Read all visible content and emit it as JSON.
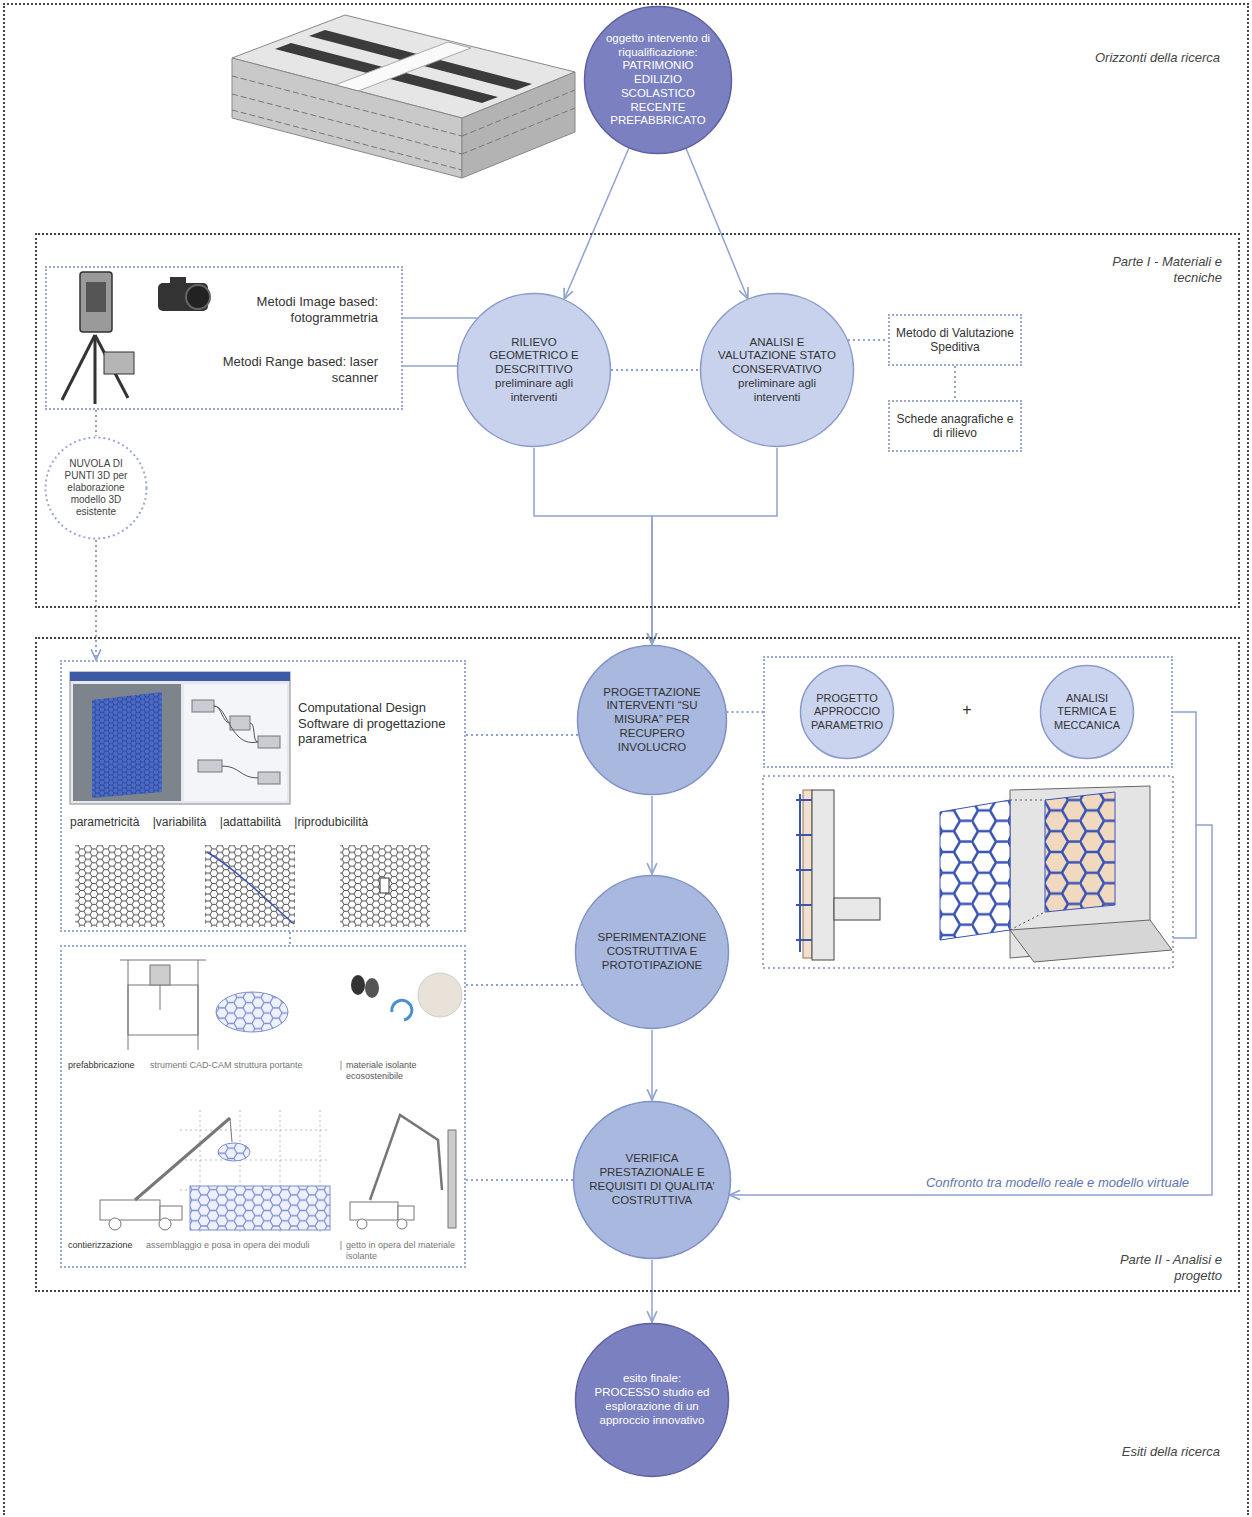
{
  "diagram": {
    "nodes": [
      {
        "text": [
          "Orizzonti della ricerca",
          "Esiti della ricerca"
        ]
      },
      {
        "text": [
          "oggetto intervento di riqualificazione: PATRIMONIO EDILIZIO SCOLASTICO RECENTE PREFABBRICATO"
        ],
        "in": 0
      },
      {
        "text": [
          "Parte I - Materiali e tecniche"
        ],
        "in": 0
      },
      {
        "text": [
          "Metodi Image based: fotogrammetria",
          "Metodi Range based: laser scanner"
        ],
        "in": 2
      },
      {
        "text": [
          "RILIEVO GEOMETRICO E DESCRITTIVO preliminare agli interventi"
        ],
        "in": 2
      },
      {
        "text": [
          "ANALISI E VALUTAZIONE STATO CONSERVATIVO preliminare agli interventi"
        ],
        "in": 2
      },
      {
        "text": [
          "Metodo di Valutazione Speditiva"
        ],
        "in": 2
      },
      {
        "text": [
          "Schede anagrafiche e di rilievo"
        ],
        "in": 2
      },
      {
        "text": [
          "NUVOLA DI PUNTI 3D per elaborazione modello 3D esistente"
        ],
        "in": 2
      },
      {
        "text": [
          "Parte II - Analisi e progetto"
        ],
        "in": 0
      },
      {
        "text": [
          "Computational Design Software di progettazione parametrica",
          "parametricità |variabilità |adattabilità |riprodubicilità"
        ],
        "in": 9
      },
      {
        "text": [
          "PROGETTAZIONE INTERVENTI “SU MISURA” PER RECUPERO INVOLUCRO"
        ],
        "in": 9
      },
      {
        "text": [
          "+"
        ],
        "in": 9
      },
      {
        "text": [
          "PROGETTO APPROCCIO PARAMETRIO"
        ],
        "in": 12
      },
      {
        "text": [
          "ANALISI TERMICA E MECCANICA"
        ],
        "in": 12
      },
      {
        "text": [
          "SPERIMENTAZIONE COSTRUTTIVA E PROTOTIPAZIONE"
        ],
        "in": 9
      },
      {
        "text": [
          "prefabbricazione",
          "strumenti CAD-CAM struttura portante",
          "|",
          "materiale isolante ecosostenibile",
          "contierizzazione",
          "assemblaggio e posa in opera dei moduli",
          "|",
          "getto in opera del materiale isolante"
        ],
        "in": 9
      },
      {
        "text": [
          "VERIFICA PRESTAZIONALE E REQUISITI DI QUALITA’ COSTRUTTIVA"
        ],
        "in": 9
      },
      {
        "text": [
          "esito finale: PROCESSO studio ed esplorazione di un approccio innovativo"
        ],
        "in": 0
      }
    ],
    "edges": [
      {
        "from": 1,
        "to": 4,
        "arrow": "to"
      },
      {
        "from": 1,
        "to": 5,
        "arrow": "to"
      },
      {
        "from": 3,
        "to": 4,
        "arrow": "none"
      },
      {
        "from": 3,
        "to": 4,
        "arrow": "none"
      },
      {
        "from": 4,
        "to": 5,
        "arrow": "none"
      },
      {
        "from": 5,
        "to": 6,
        "arrow": "none"
      },
      {
        "from": 6,
        "to": 7,
        "arrow": "none"
      },
      {
        "from": 3,
        "to": 8,
        "arrow": "none"
      },
      {
        "from": 4,
        "to": 11,
        "arrow": "to"
      },
      {
        "from": 5,
        "to": 11,
        "arrow": "to"
      },
      {
        "from": 8,
        "to": 10,
        "arrow": "to"
      },
      {
        "from": 10,
        "to": 11,
        "arrow": "none"
      },
      {
        "from": 11,
        "to": 12,
        "arrow": "none"
      },
      {
        "from": 11,
        "to": 15,
        "arrow": "to"
      },
      {
        "from": 10,
        "to": 16,
        "arrow": "none"
      },
      {
        "from": 16,
        "to": 15,
        "arrow": "none"
      },
      {
        "from": 16,
        "to": 17,
        "arrow": "none"
      },
      {
        "from": 15,
        "to": 17,
        "arrow": "to"
      },
      {
        "from": 12,
        "to": 17,
        "arrow": "to",
        "label": "Confronto tra modello reale e modello virtuale"
      },
      {
        "from": 17,
        "to": 18,
        "arrow": "to"
      }
    ]
  }
}
